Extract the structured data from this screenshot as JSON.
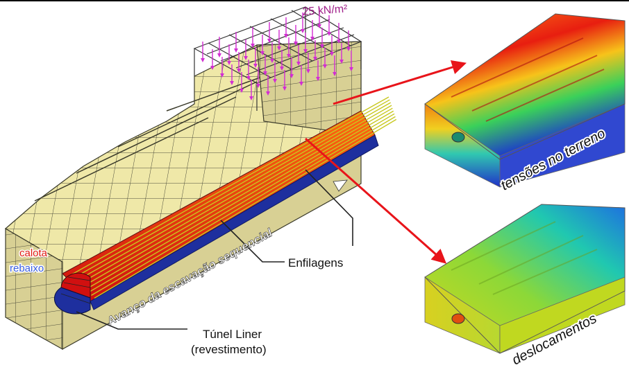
{
  "load": {
    "text": "25 kN/m²",
    "color": "#a0208a"
  },
  "labels": {
    "calota": "calota",
    "rebaixo": "rebaixo",
    "enfilagens": "Enfilagens",
    "tunel_line1": "Túnel Liner",
    "tunel_line2": "(revestimento)",
    "avanco": "Avanço da escavação sequencial",
    "tensoes": "tensões no terreno",
    "deslocamentos": "deslocamentos"
  },
  "colors": {
    "mesh_fill": "#efe8a8",
    "mesh_line": "#4a4a3a",
    "calota": "#e01a10",
    "rebaixo": "#1e2f9e",
    "arrow": "#e8141a",
    "bolts": "#c8c820",
    "load_arrows": "#d22ed2"
  }
}
